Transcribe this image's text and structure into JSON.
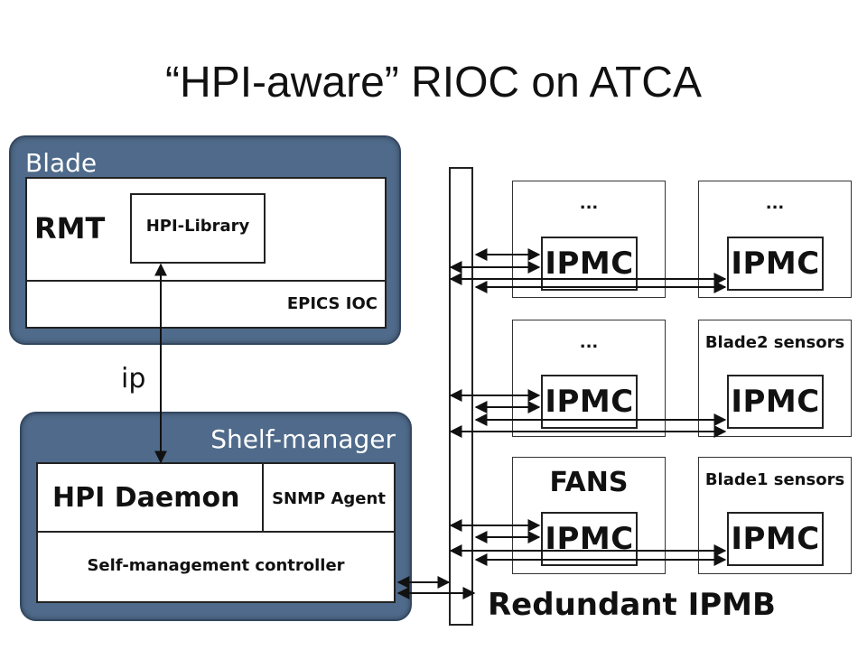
{
  "title": "“HPI-aware” RIOC on ATCA",
  "blade": {
    "label": "Blade",
    "rmt": "RMT",
    "hpi_library": "HPI-Library",
    "epics_ioc": "EPICS IOC"
  },
  "link_label": "ip",
  "shelf_manager": {
    "label": "Shelf-manager",
    "hpi_daemon": "HPI Daemon",
    "snmp_agent": "SNMP Agent",
    "controller": "Self-management controller"
  },
  "bus_label": "Redundant IPMB",
  "cards": [
    {
      "label": "...",
      "ipmc": "IPMC"
    },
    {
      "label": "...",
      "ipmc": "IPMC"
    },
    {
      "label": "...",
      "ipmc": "IPMC"
    },
    {
      "label": "Blade2 sensors",
      "ipmc": "IPMC"
    },
    {
      "label": "FANS",
      "ipmc": "IPMC"
    },
    {
      "label": "Blade1 sensors",
      "ipmc": "IPMC"
    }
  ],
  "colors": {
    "panel": "#4f6a8a",
    "panel_border": "#33475f",
    "line": "#111111"
  }
}
